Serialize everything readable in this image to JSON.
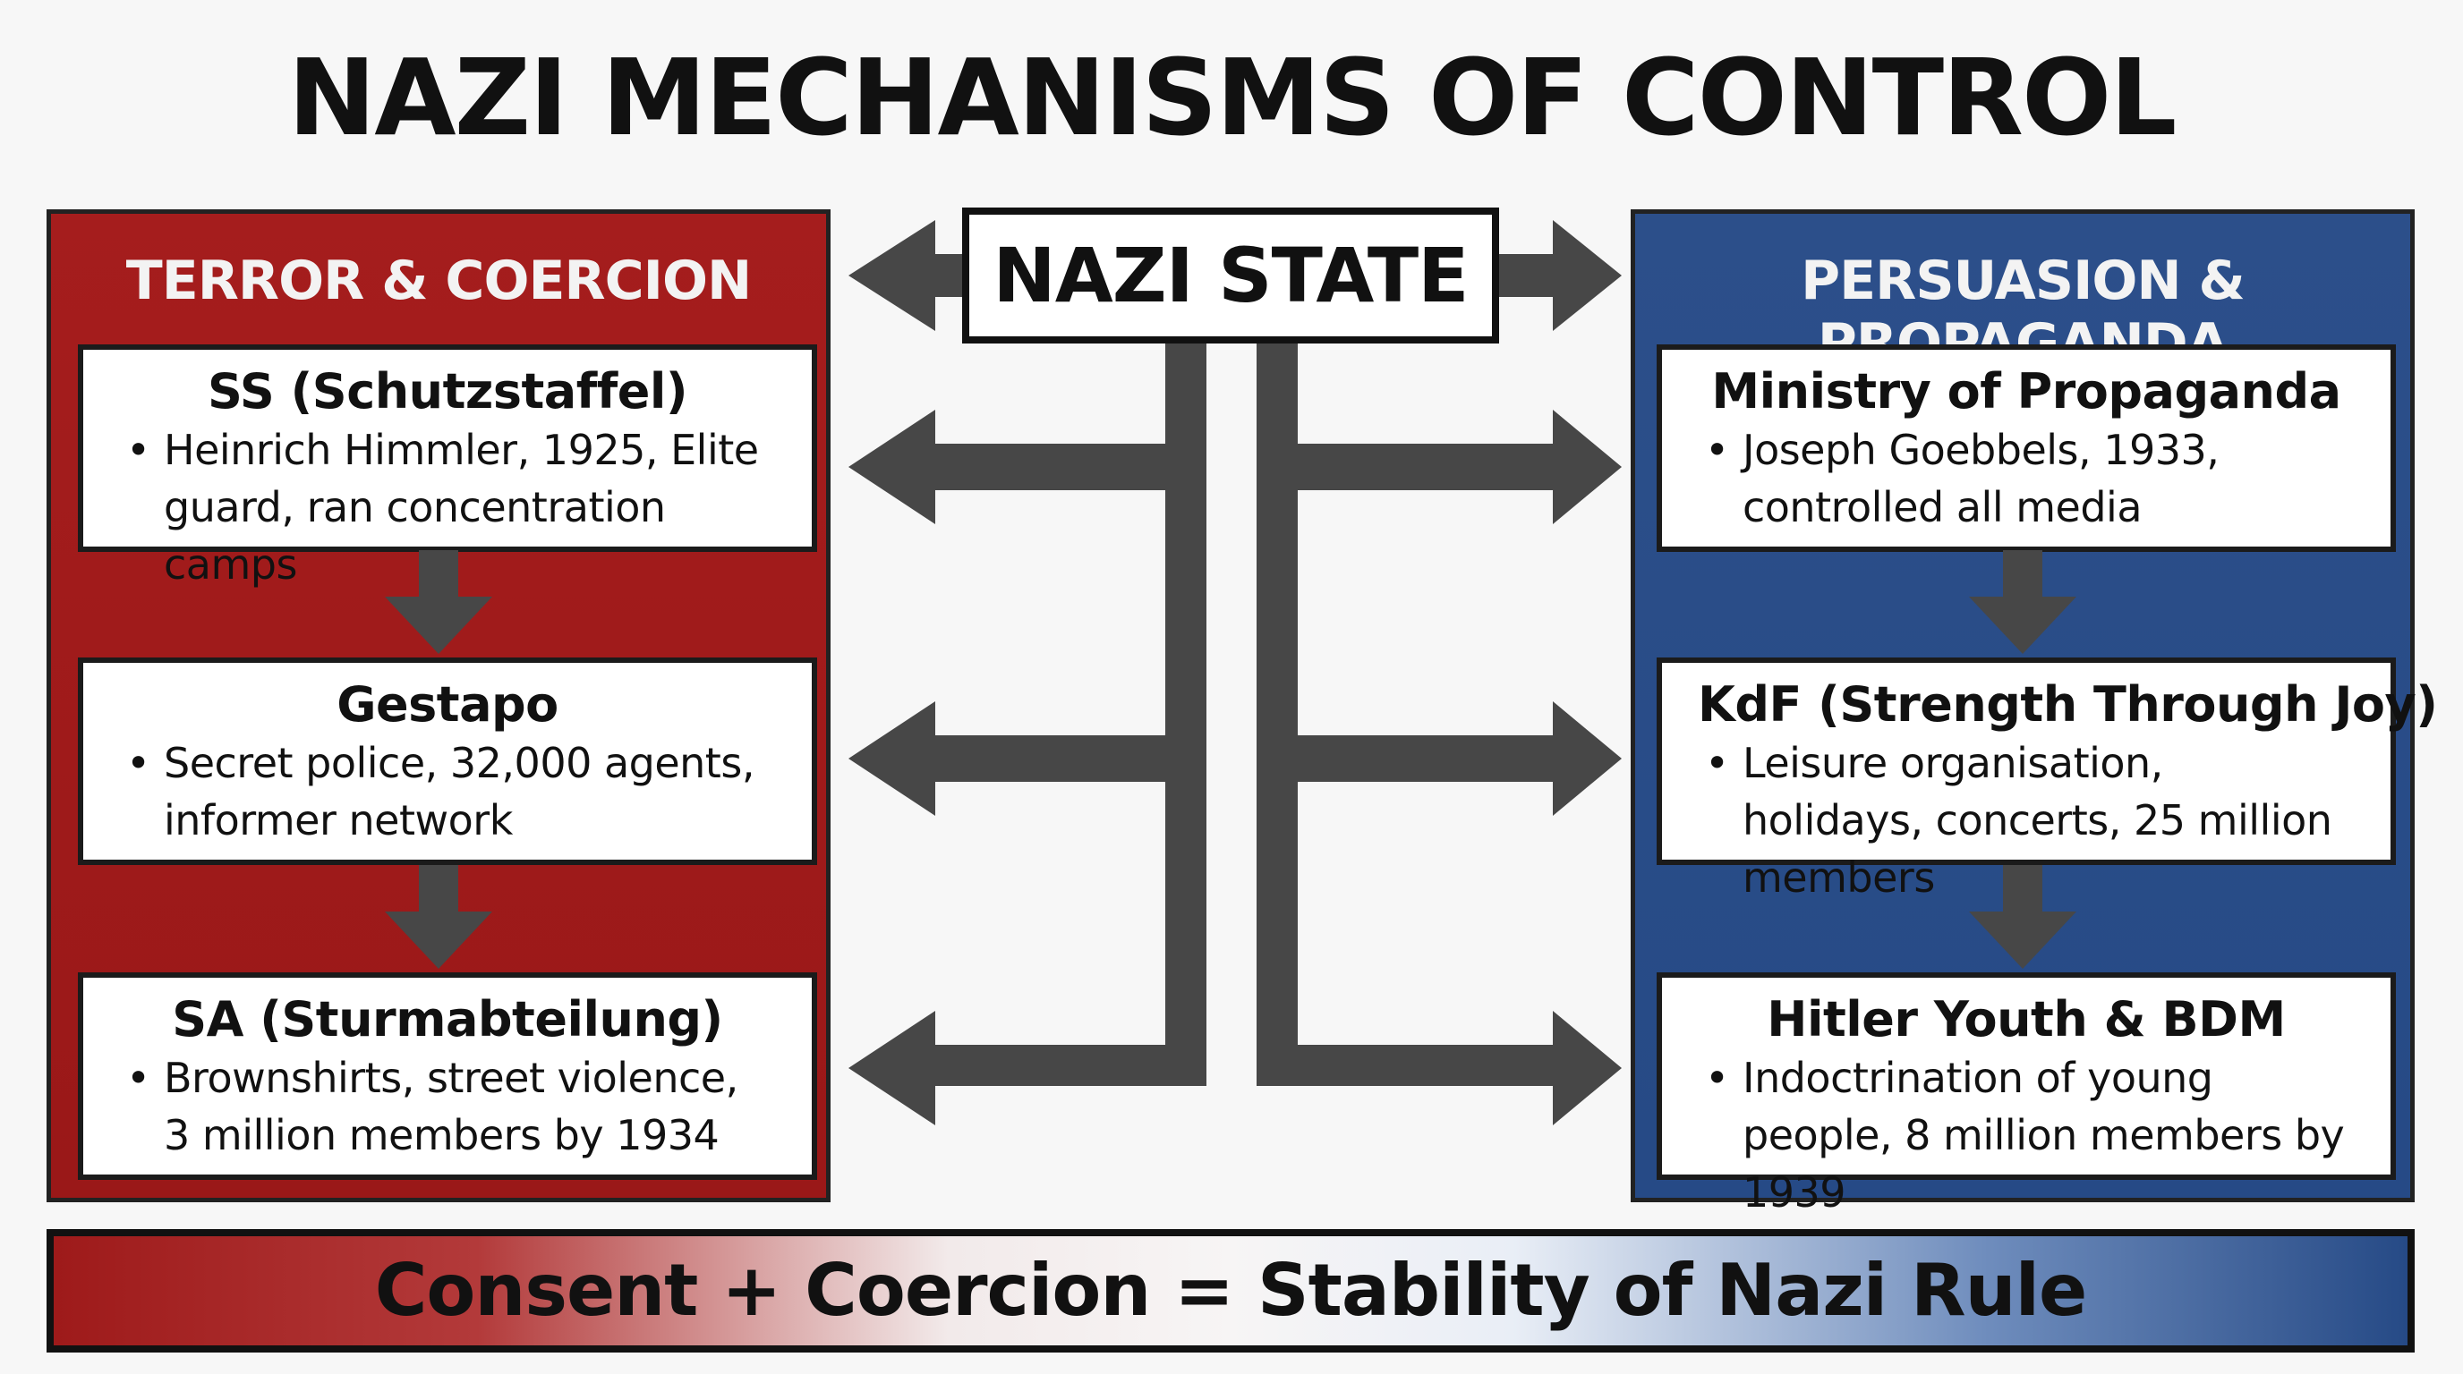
{
  "title": "NAZI MECHANISMS OF CONTROL",
  "center": {
    "label": "NAZI STATE"
  },
  "left_panel": {
    "heading": "TERROR & COERCION",
    "cards": [
      {
        "title": "SS (Schutzstaffel)",
        "body": "Heinrich Himmler, 1925, Elite guard, ran concentration camps"
      },
      {
        "title": "Gestapo",
        "body": "Secret police, 32,000 agents, informer network"
      },
      {
        "title": "SA (Sturmabteilung)",
        "body": "Brownshirts, street violence, 3 million members by 1934"
      }
    ]
  },
  "right_panel": {
    "heading": "PERSUASION & PROPAGANDA",
    "cards": [
      {
        "title": "Ministry of Propaganda",
        "body": "Joseph Goebbels, 1933, controlled all media"
      },
      {
        "title": "KdF (Strength Through Joy)",
        "body": "Leisure organisation, holidays, concerts, 25 million members"
      },
      {
        "title": "Hitler Youth & BDM",
        "body": "Indoctrination of young people, 8 million members by 1939"
      }
    ]
  },
  "footer": "Consent + Coercion = Stability of Nazi Rule",
  "colors": {
    "terror_red": "#9e1a1a",
    "propaganda_blue": "#264a86",
    "arrow_gray": "#474747"
  },
  "bullet_glyph": "•"
}
